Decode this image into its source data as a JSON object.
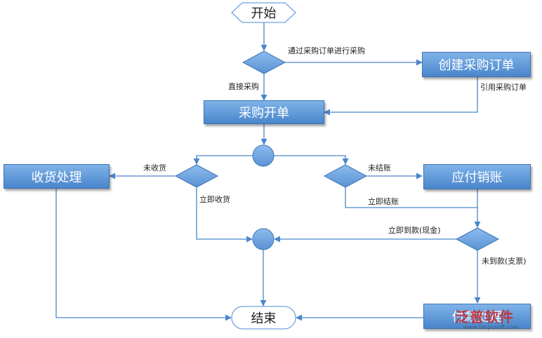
{
  "nodes": {
    "start": "开始",
    "create_po": "创建采购订单",
    "purchase_bill": "采购开单",
    "receive": "收货处理",
    "payable": "应付销账",
    "payment": "付款处理",
    "end": "结束"
  },
  "edge_labels": {
    "via_po": "通过采购订单进行采购",
    "direct": "直接采购",
    "ref_po": "引用采购订单",
    "not_received": "未收货",
    "received_now": "立即收货",
    "not_settled": "未结账",
    "settle_now": "立即结账",
    "paid_cash": "立即到款(现金)",
    "not_paid": "未到款(支票)"
  },
  "watermark": {
    "brand": "泛普软件",
    "url": "www.fanpusoft.com"
  },
  "colors": {
    "shape_fill": "#6fa3e0",
    "shape_stroke": "#3d74b4",
    "line": "#4a86cc"
  }
}
